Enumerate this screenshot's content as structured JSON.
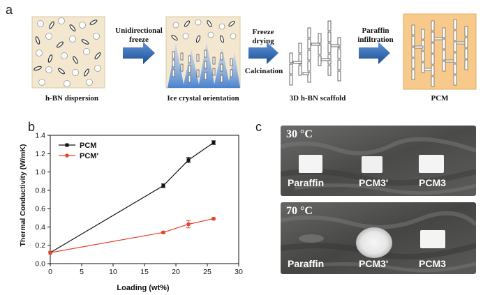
{
  "panel_a": {
    "letter": "a",
    "stages": [
      "h-BN dispersion",
      "Ice crystal orientation",
      "3D h-BN scaffold",
      "PCM"
    ],
    "arrows": [
      {
        "line1": "Unidirectional",
        "line2": "freeze"
      },
      {
        "line1": "Freeze",
        "line2": "drying",
        "line3": "Calcination"
      },
      {
        "line1": "Paraffin",
        "line2": "infiltration"
      }
    ]
  },
  "panel_b": {
    "letter": "b"
  },
  "panel_c": {
    "letter": "c",
    "photos": [
      {
        "temp": "30 °C",
        "labels": [
          "Paraffin",
          "PCM3'",
          "PCM3"
        ]
      },
      {
        "temp": "70 °C",
        "labels": [
          "Paraffin",
          "PCM3'",
          "PCM3"
        ]
      }
    ]
  },
  "colors": {
    "pcm": "#111111",
    "pcm_prime": "#e8402a",
    "arrow": "#2f6db4",
    "ice": "#5b8fd6",
    "paraffin": "#f7c98a"
  },
  "chart_data": {
    "type": "line",
    "xlabel": "Loading (wt%)",
    "ylabel": "Thermal Conductivity (W/mK)",
    "xlim": [
      0,
      30
    ],
    "ylim": [
      0,
      1.4
    ],
    "xticks": [
      0,
      5,
      10,
      15,
      20,
      25,
      30
    ],
    "yticks": [
      0.0,
      0.2,
      0.4,
      0.6,
      0.8,
      1.0,
      1.2,
      1.4
    ],
    "legend_position": "top-left",
    "grid": false,
    "series": [
      {
        "name": "PCM",
        "color": "#111111",
        "x": [
          0,
          18,
          22,
          26
        ],
        "y": [
          0.12,
          0.85,
          1.13,
          1.32
        ],
        "err": [
          0,
          0.02,
          0.03,
          0.02
        ]
      },
      {
        "name": "PCM'",
        "color": "#e8402a",
        "x": [
          0,
          18,
          22,
          26
        ],
        "y": [
          0.12,
          0.34,
          0.43,
          0.49
        ],
        "err": [
          0,
          0.01,
          0.04,
          0.01
        ]
      }
    ]
  }
}
